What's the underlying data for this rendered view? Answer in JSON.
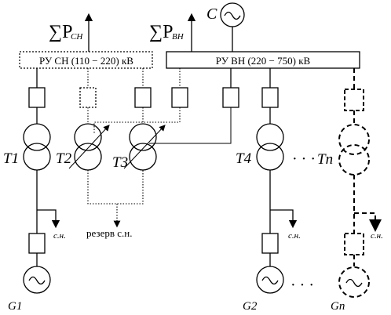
{
  "labels": {
    "sum_p_sn": "∑P",
    "sum_p_sn_sub": "СН",
    "sum_p_vn": "∑P",
    "sum_p_vn_sub": "ВН",
    "system_c": "C",
    "bus_sn": "РУ СН (110 − 220) кВ",
    "bus_vn": "РУ ВН (220 − 750) кВ",
    "t1": "T1",
    "t2": "T2",
    "t3": "T3",
    "t4": "T4",
    "tn": "Tn",
    "g1": "G1",
    "g2": "G2",
    "gn": "Gn",
    "sn_g1": "с.н.",
    "sn_g2": "с.н.",
    "sn_gn": "с.н.",
    "reserve": "резерв с.н.",
    "dots_t": "· · ·",
    "dots_g": "· · ·"
  },
  "icons": [
    "arrow-up-icon",
    "ac-source-icon",
    "generator-icon",
    "transformer-icon",
    "autotransformer-icon",
    "breaker-icon"
  ]
}
